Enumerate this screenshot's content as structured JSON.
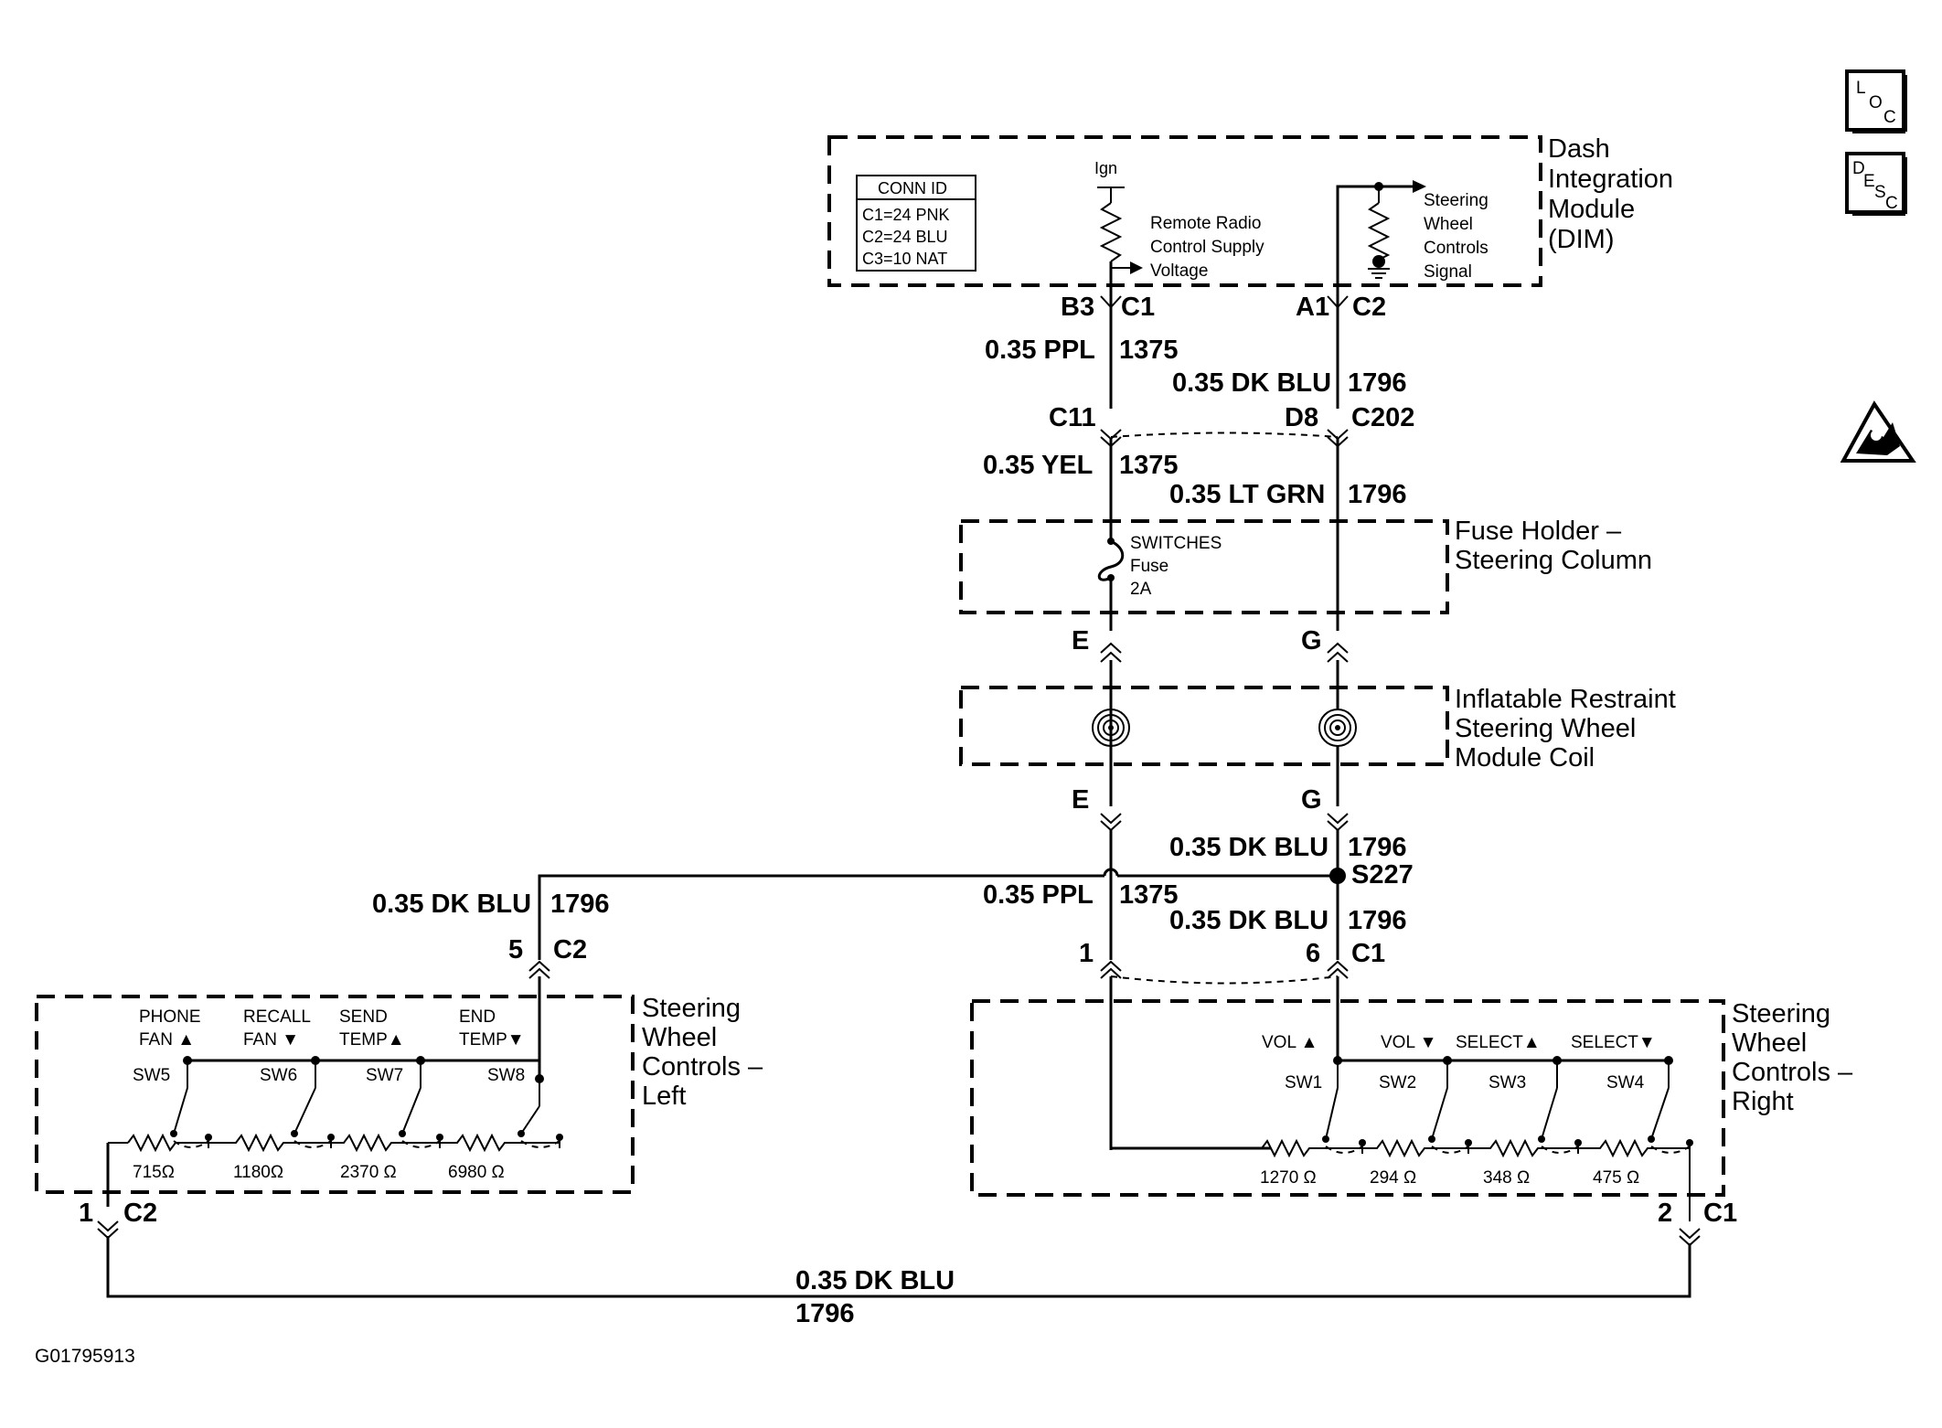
{
  "modules": {
    "dim": "Dash Integration Module (DIM)",
    "fuse_holder": "Fuse Holder – Steering Column",
    "coil": "Inflatable Restraint Steering Wheel Module Coil",
    "swc_left": "Steering Wheel Controls – Left",
    "swc_right": "Steering Wheel Controls – Right"
  },
  "conn_id": {
    "title": "CONN ID",
    "c1": "C1=24 PNK",
    "c2": "C2=24 BLU",
    "c3": "C3=10 NAT"
  },
  "dim_internal": {
    "ign": "Ign",
    "supply_label": "Remote Radio Control Supply Voltage",
    "signal_label": "Steering Wheel Controls Signal"
  },
  "pins": {
    "b3": "B3",
    "c1": "C1",
    "a1": "A1",
    "c2": "C2",
    "c11": "C11",
    "d8": "D8",
    "c202": "C202",
    "e_top": "E",
    "g_top": "G",
    "e_bot": "E",
    "g_bot": "G",
    "s227": "S227",
    "left_5": "5",
    "left_c2": "C2",
    "right_1": "1",
    "right_6": "6",
    "right_c1": "C1",
    "left_bottom_1": "1",
    "left_bottom_c2": "C2",
    "right_bottom_2": "2",
    "right_bottom_c1": "C1"
  },
  "wires": {
    "ppl_top": {
      "color": "0.35 PPL",
      "circuit": "1375"
    },
    "dkblu_top": {
      "color": "0.35 DK BLU",
      "circuit": "1796"
    },
    "yel": {
      "color": "0.35 YEL",
      "circuit": "1375"
    },
    "ltgrn": {
      "color": "0.35 LT GRN",
      "circuit": "1796"
    },
    "dkblu_splice": {
      "color": "0.35 DK BLU",
      "circuit": "1796"
    },
    "ppl_bot": {
      "color": "0.35 PPL",
      "circuit": "1375"
    },
    "dkblu_right": {
      "color": "0.35 DK BLU",
      "circuit": "1796"
    },
    "dkblu_left": {
      "color": "0.35 DK BLU",
      "circuit": "1796"
    },
    "dkblu_bottom": {
      "color": "0.35 DK BLU",
      "circuit": "1796"
    }
  },
  "fuse": {
    "name": "SWITCHES",
    "type": "Fuse",
    "rating": "2A"
  },
  "left_switches": [
    {
      "l1": "PHONE",
      "l2": "FAN ▲",
      "sw": "SW5",
      "res": "715Ω"
    },
    {
      "l1": "RECALL",
      "l2": "FAN ▼",
      "sw": "SW6",
      "res": "1180Ω"
    },
    {
      "l1": "SEND",
      "l2": "TEMP▲",
      "sw": "SW7",
      "res": "2370 Ω"
    },
    {
      "l1": "END",
      "l2": "TEMP▼",
      "sw": "SW8",
      "res": "6980 Ω"
    }
  ],
  "right_switches": [
    {
      "l1": "VOL ▲",
      "sw": "SW1",
      "res": "1270 Ω"
    },
    {
      "l1": "VOL ▼",
      "sw": "SW2",
      "res": "294 Ω"
    },
    {
      "l1": "SELECT▲",
      "sw": "SW3",
      "res": "348 Ω"
    },
    {
      "l1": "SELECT▼",
      "sw": "SW4",
      "res": "475 Ω"
    }
  ],
  "side_icons": {
    "loc": [
      "L",
      "O",
      "C"
    ],
    "desc": [
      "D",
      "E",
      "S",
      "C"
    ]
  },
  "figure_id": "G01795913"
}
